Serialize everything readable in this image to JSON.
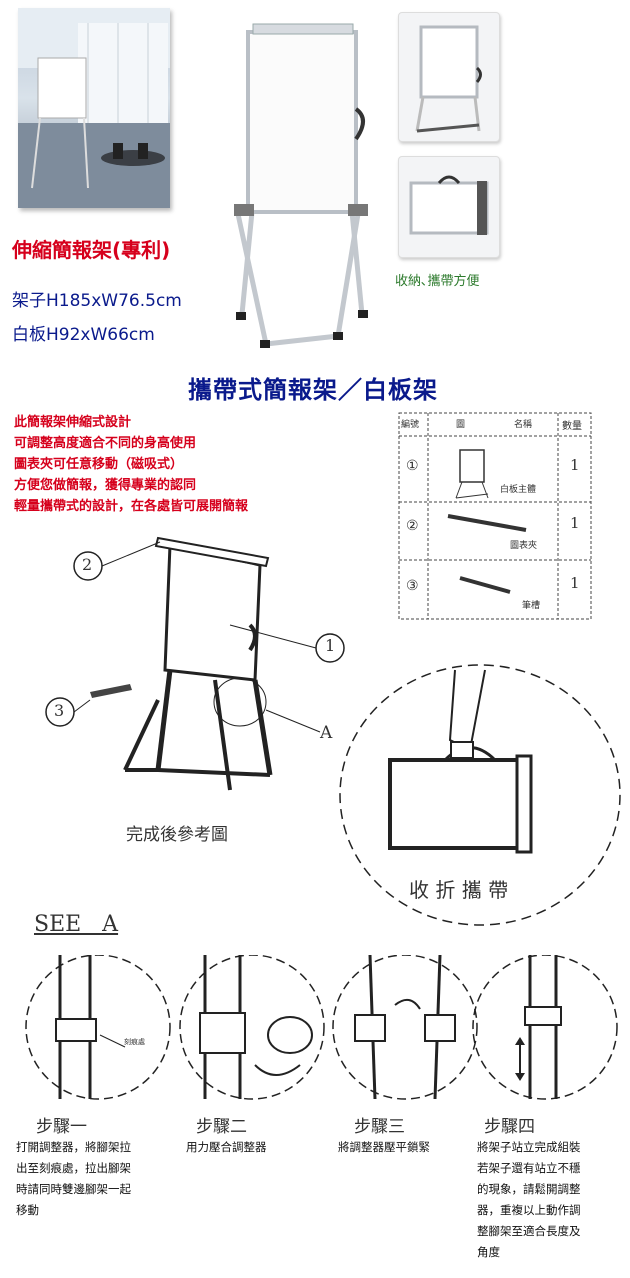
{
  "header": {
    "title": "伸縮簡報架(專利)",
    "spec_frame": "架子H185xW76.5cm",
    "spec_board": "白板H92xW66cm",
    "caption_storage": "收納､攜帶方便"
  },
  "section": {
    "title": "攜帶式簡報架／白板架"
  },
  "features": [
    {
      "text": "此簡報架伸縮式設計",
      "color": "#d6001c"
    },
    {
      "text": "可調整高度適合不同的身高使用",
      "color": "#d6001c"
    },
    {
      "text": "圖表夾可任意移動（磁吸式）",
      "color": "#d6001c"
    },
    {
      "text": "方便您做簡報，獲得專業的認同",
      "color": "#d6001c"
    },
    {
      "text": "輕量攜帶式的設計，在各處皆可展開簡報",
      "color": "#d6001c"
    }
  ],
  "parts_table": {
    "headers": [
      "編號",
      "圖",
      "名稱",
      "數量"
    ],
    "rows": [
      {
        "no": "①",
        "name": "白板主體",
        "qty": "1"
      },
      {
        "no": "②",
        "name": "圖表夾",
        "qty": "1"
      },
      {
        "no": "③",
        "name": "筆槽",
        "qty": "1"
      }
    ]
  },
  "diagram": {
    "callout_1": "1",
    "callout_2": "2",
    "callout_3": "3",
    "callout_a": "A",
    "caption_complete": "完成後參考圖",
    "caption_fold": "收 折 攜 帶",
    "see_a": "SEE   A",
    "scale_mark": "刻痕處"
  },
  "steps": [
    {
      "title": "步驟一",
      "text": [
        "打開調整器，將腳架拉",
        "出至刻痕處，拉出腳架",
        "時請同時雙邊腳架一起",
        "移動"
      ]
    },
    {
      "title": "步驟二",
      "text": [
        "用力壓合調整器"
      ]
    },
    {
      "title": "步驟三",
      "text": [
        "將調整器壓平鎖緊"
      ]
    },
    {
      "title": "步驟四",
      "text": [
        "將架子站立完成組裝",
        "若架子還有站立不穩",
        "的現象，請鬆開調整",
        "器，重複以上動作調",
        "整腳架至適合長度及",
        "角度"
      ]
    }
  ]
}
